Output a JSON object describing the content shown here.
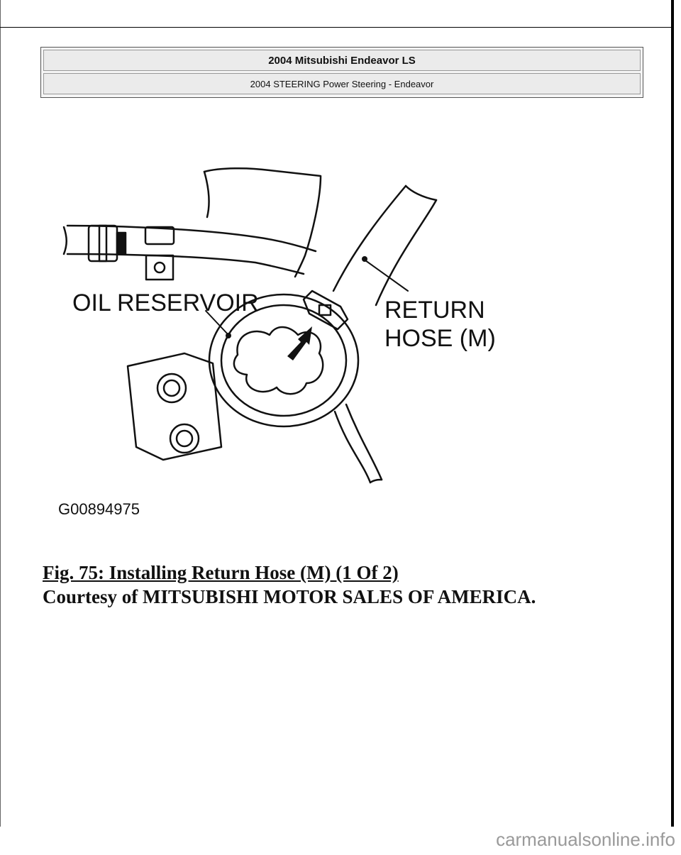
{
  "header": {
    "title": "2004 Mitsubishi Endeavor LS",
    "subtitle": "2004 STEERING Power Steering - Endeavor"
  },
  "figure": {
    "labels": {
      "oil_reservoir": "OIL RESERVOIR",
      "return_hose_line1": "RETURN",
      "return_hose_line2": "HOSE (M)",
      "code": "G00894975"
    }
  },
  "caption": {
    "fig_title": "Fig. 75: Installing Return Hose (M) (1 Of 2)",
    "courtesy": "Courtesy of MITSUBISHI MOTOR SALES OF AMERICA."
  },
  "watermark": "carmanualsonline.info"
}
